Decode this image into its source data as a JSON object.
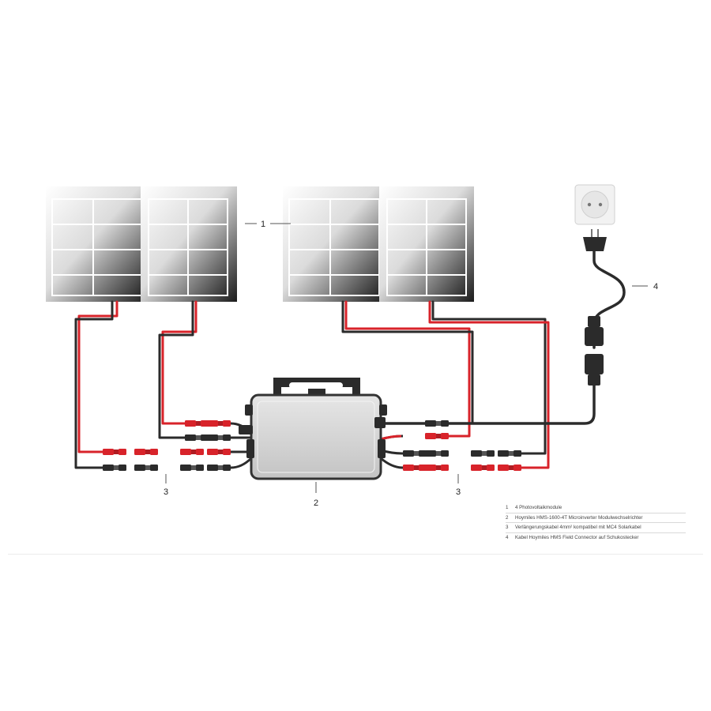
{
  "callouts": {
    "panels": "1",
    "inverter": "2",
    "cable_left": "3",
    "cable_right": "3",
    "plug_cable": "4"
  },
  "legend": [
    {
      "num": "1",
      "text": "4 Photovoltaikmodule"
    },
    {
      "num": "2",
      "text": "Hoymiles HMS-1600-4T Microinverter Modulwechselrichter"
    },
    {
      "num": "3",
      "text": "Verlängerungskabel 4mm² kompatibel mit MC4 Solarkabel"
    },
    {
      "num": "4",
      "text": "Kabel Hoymiles HMS Field Connector auf Schukostecker"
    }
  ],
  "colors": {
    "red_cable": "#d8232a",
    "black_cable": "#2b2b2b",
    "inverter_body": "#d6d6d6",
    "panel_cell": "#1b1b1b"
  }
}
